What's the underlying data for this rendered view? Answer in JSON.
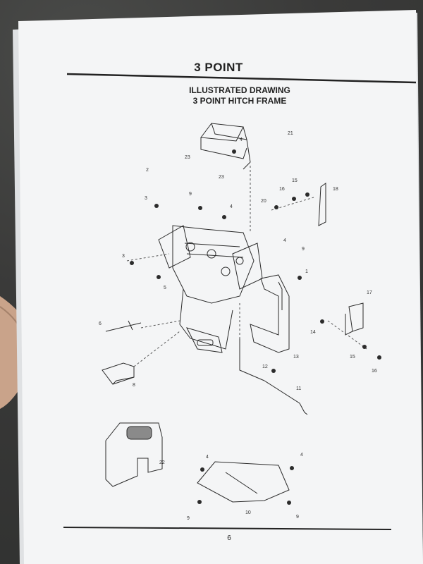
{
  "page": {
    "title": "3 POINT",
    "subtitle_line1": "ILLUSTRATED DRAWING",
    "subtitle_line2": "3 POINT HITCH FRAME",
    "page_number": "6"
  },
  "part_labels": [
    "21",
    "4",
    "23",
    "23",
    "2",
    "3",
    "9",
    "4",
    "15",
    "16",
    "18",
    "20",
    "4",
    "9",
    "3",
    "5",
    "1",
    "17",
    "6",
    "14",
    "15",
    "16",
    "13",
    "12",
    "11",
    "8",
    "22",
    "4",
    "4",
    "9",
    "10",
    "9"
  ],
  "colors": {
    "paper": "#f4f5f6",
    "ink": "#2b2b2b",
    "background": "#3a3b3a",
    "skin": "#c9a38a"
  }
}
